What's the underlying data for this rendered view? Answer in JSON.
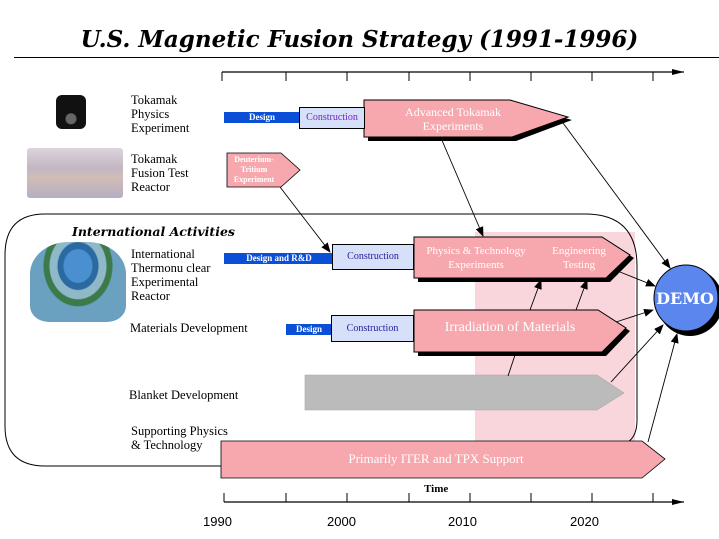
{
  "title": "U.S. Magnetic Fusion Strategy (1991-1996)",
  "international_activities_title": "International Activities",
  "programs": {
    "tpx": {
      "label": "Tokamak\nPhysics\nExperiment",
      "design": "Design",
      "construction": "Construction",
      "experiments": "Advanced Tokamak\nExperiments"
    },
    "tftr": {
      "label": "Tokamak\nFusion Test\nReactor",
      "experiment": "Deuterium-\nTritium\nExperiment"
    },
    "iter": {
      "label": "International\nThermonu clear\nExperimental\nReactor",
      "design": "Design and R&D",
      "construction": "Construction",
      "experiments": "Physics & Technology\nExperiments",
      "testing": "Engineering\nTesting"
    },
    "materials": {
      "label": "Materials Development",
      "design": "Design",
      "construction": "Construction",
      "irradiation": "Irradiation of Materials"
    },
    "blanket": {
      "label": "Blanket Development"
    },
    "support": {
      "label": "Supporting Physics\n& Technology",
      "bar": "Primarily  ITER and TPX Support"
    }
  },
  "demo": "DEMO",
  "axis": {
    "label": "Time",
    "ticks": [
      "1990",
      "2000",
      "2010",
      "2020"
    ]
  },
  "colors": {
    "design_blue": "#0a4fd6",
    "construction_fill": "#d6e0f8",
    "phase_pink": "#f7a8ae",
    "highlight_pink": "#f9d6dc",
    "blanket_gray": "#bbbbbb",
    "demo_blue": "#5a86ee"
  }
}
